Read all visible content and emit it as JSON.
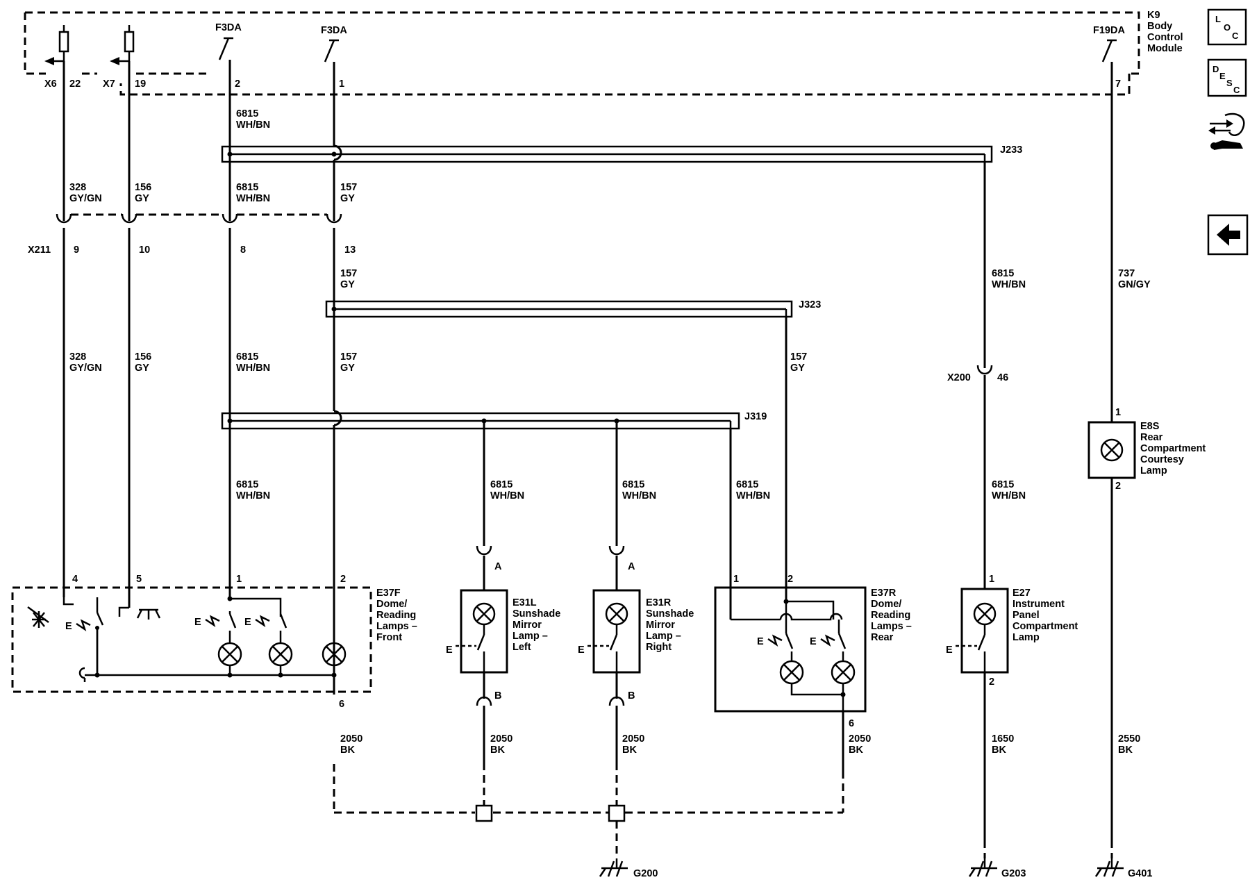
{
  "bcm": {
    "label_lines": [
      "K9",
      "Body",
      "Control",
      "Module"
    ]
  },
  "fuses": {
    "f3da_a": "F3DA",
    "f3da_b": "F3DA",
    "f19da": "F19DA"
  },
  "bcm_pins": {
    "x6": "X6",
    "x6_pin": "22",
    "x7": "X7",
    "x7_pin": "19",
    "pin2": "2",
    "pin1": "1",
    "pin7": "7"
  },
  "splices": {
    "j233": "J233",
    "j323": "J323",
    "j319": "J319"
  },
  "x211": {
    "name": "X211",
    "pins": [
      "9",
      "10",
      "8",
      "13"
    ]
  },
  "x200": {
    "name": "X200",
    "pin": "46"
  },
  "wires": {
    "w6815_top": [
      "6815",
      "WH/BN"
    ],
    "w328_a": [
      "328",
      "GY/GN"
    ],
    "w156_a": [
      "156",
      "GY"
    ],
    "w6815_a": [
      "6815",
      "WH/BN"
    ],
    "w157_a": [
      "157",
      "GY"
    ],
    "w157_b": [
      "157",
      "GY"
    ],
    "w328_b": [
      "328",
      "GY/GN"
    ],
    "w156_b": [
      "156",
      "GY"
    ],
    "w6815_b": [
      "6815",
      "WH/BN"
    ],
    "w157_c": [
      "157",
      "GY"
    ],
    "w157_d": [
      "157",
      "GY"
    ],
    "w6815_j233": [
      "6815",
      "WH/BN"
    ],
    "w737": [
      "737",
      "GN/GY"
    ],
    "w6815_c": [
      "6815",
      "WH/BN"
    ],
    "w6815_d": [
      "6815",
      "WH/BN"
    ],
    "w6815_e": [
      "6815",
      "WH/BN"
    ],
    "w6815_f": [
      "6815",
      "WH/BN"
    ],
    "w6815_g": [
      "6815",
      "WH/BN"
    ],
    "w2050_a": [
      "2050",
      "BK"
    ],
    "w2050_b": [
      "2050",
      "BK"
    ],
    "w2050_c": [
      "2050",
      "BK"
    ],
    "w2050_d": [
      "2050",
      "BK"
    ],
    "w1650": [
      "1650",
      "BK"
    ],
    "w2550": [
      "2550",
      "BK"
    ]
  },
  "e37f": {
    "lines": [
      "E37F",
      "Dome/",
      "Reading",
      "Lamps –",
      "Front"
    ],
    "pins": [
      "4",
      "5",
      "1",
      "2",
      "6"
    ]
  },
  "e31l": {
    "lines": [
      "E31L",
      "Sunshade",
      "Mirror",
      "Lamp –",
      "Left"
    ],
    "pin_a": "A",
    "pin_b": "B"
  },
  "e31r": {
    "lines": [
      "E31R",
      "Sunshade",
      "Mirror",
      "Lamp –",
      "Right"
    ],
    "pin_a": "A",
    "pin_b": "B"
  },
  "e37r": {
    "lines": [
      "E37R",
      "Dome/",
      "Reading",
      "Lamps –",
      "Rear"
    ],
    "pins": [
      "1",
      "2",
      "6"
    ]
  },
  "e27": {
    "lines": [
      "E27",
      "Instrument",
      "Panel",
      "Compartment",
      "Lamp"
    ],
    "pins": [
      "1",
      "2"
    ]
  },
  "e8s": {
    "lines": [
      "E8S",
      "Rear",
      "Compartment",
      "Courtesy",
      "Lamp"
    ],
    "pins": [
      "1",
      "2"
    ]
  },
  "switch_e": "E",
  "grounds": {
    "g200": "G200",
    "g203": "G203",
    "g401": "G401"
  },
  "side_icons": {
    "loc": {
      "icon": "loc-icon",
      "letters": [
        "L",
        "O",
        "C"
      ]
    },
    "desc": {
      "icon": "desc-icon",
      "letters": [
        "D",
        "E",
        "S",
        "C"
      ]
    },
    "connector": {
      "icon": "connector-info-icon"
    },
    "back": {
      "icon": "back-arrow-icon"
    }
  }
}
